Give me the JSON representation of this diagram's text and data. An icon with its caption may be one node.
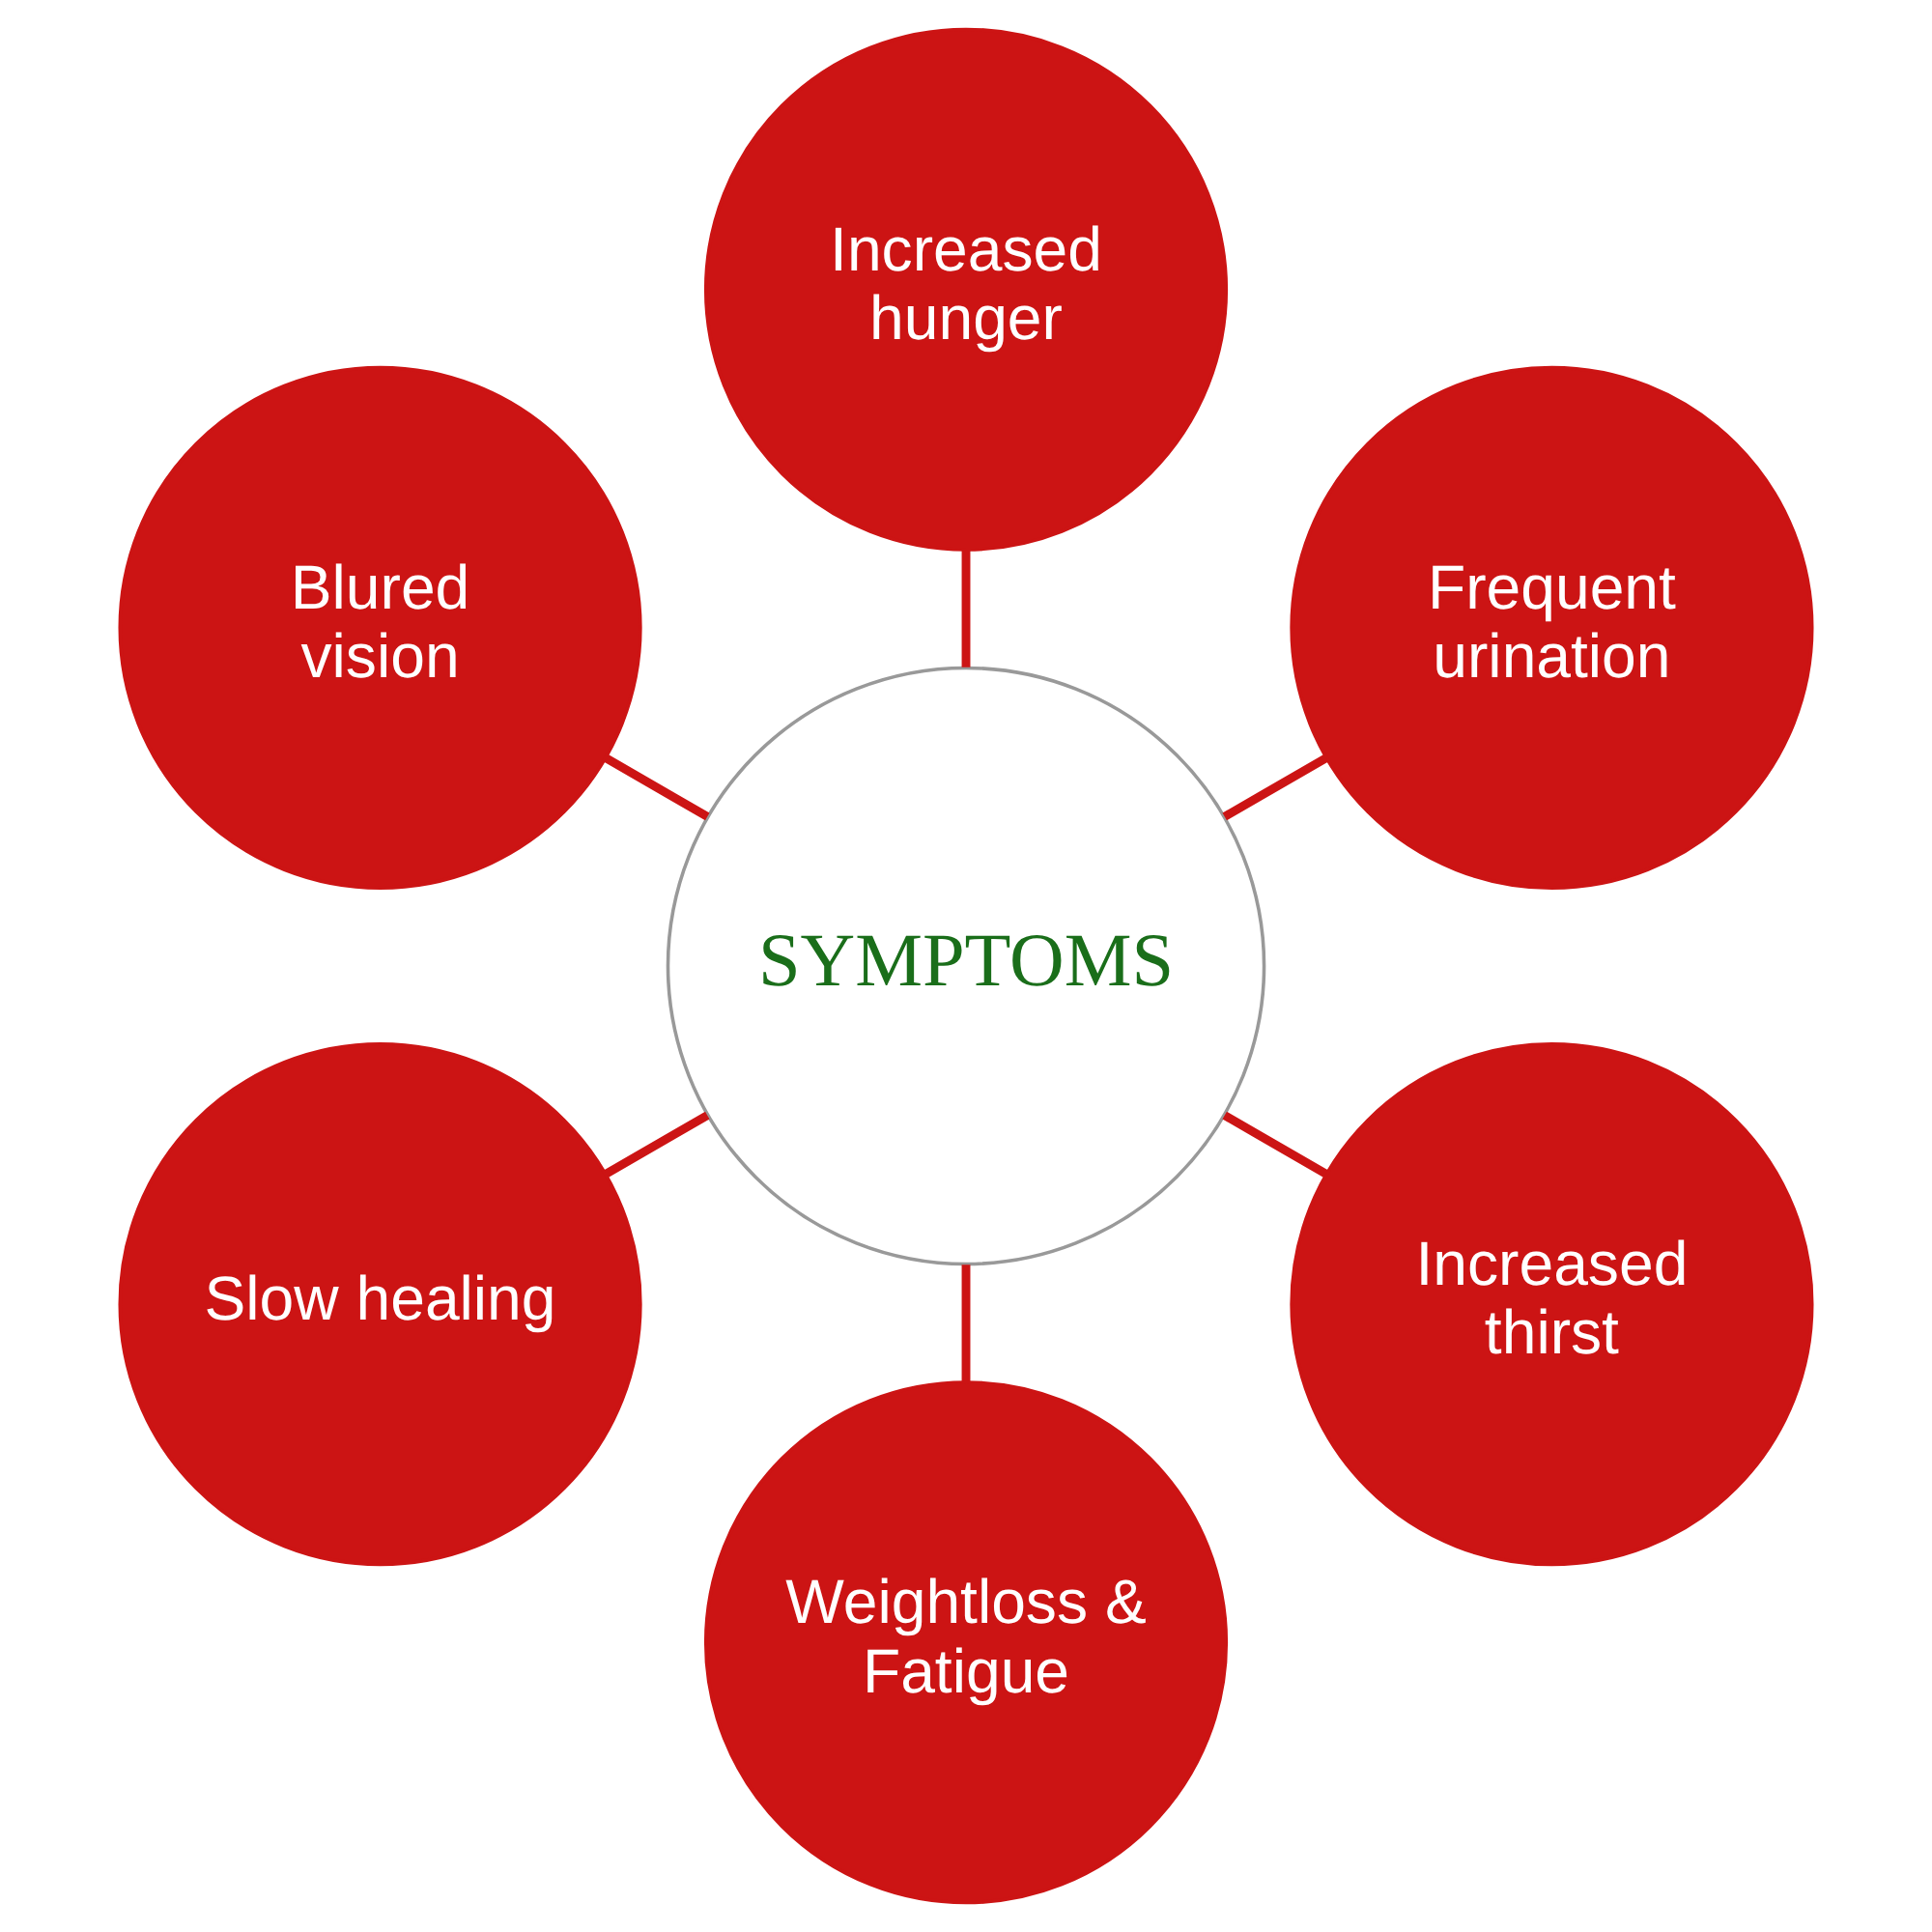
{
  "diagram": {
    "nodes": [
      {
        "text": [
          "SYMPTOMS"
        ]
      },
      {
        "text": [
          "Frequent urination"
        ]
      },
      {
        "text": [
          "Increased hunger"
        ]
      },
      {
        "text": [
          "Blured vision"
        ]
      },
      {
        "text": [
          "Slow healing"
        ]
      },
      {
        "text": [
          "Weightloss & Fatigue"
        ]
      },
      {
        "text": [
          "Increased thirst"
        ]
      }
    ],
    "edges": [
      {
        "from": 0,
        "to": 1,
        "arrow": "none"
      },
      {
        "from": 0,
        "to": 2,
        "arrow": "none"
      },
      {
        "from": 0,
        "to": 3,
        "arrow": "none"
      },
      {
        "from": 0,
        "to": 4,
        "arrow": "none"
      },
      {
        "from": 0,
        "to": 5,
        "arrow": "none"
      },
      {
        "from": 0,
        "to": 6,
        "arrow": "none"
      }
    ]
  }
}
